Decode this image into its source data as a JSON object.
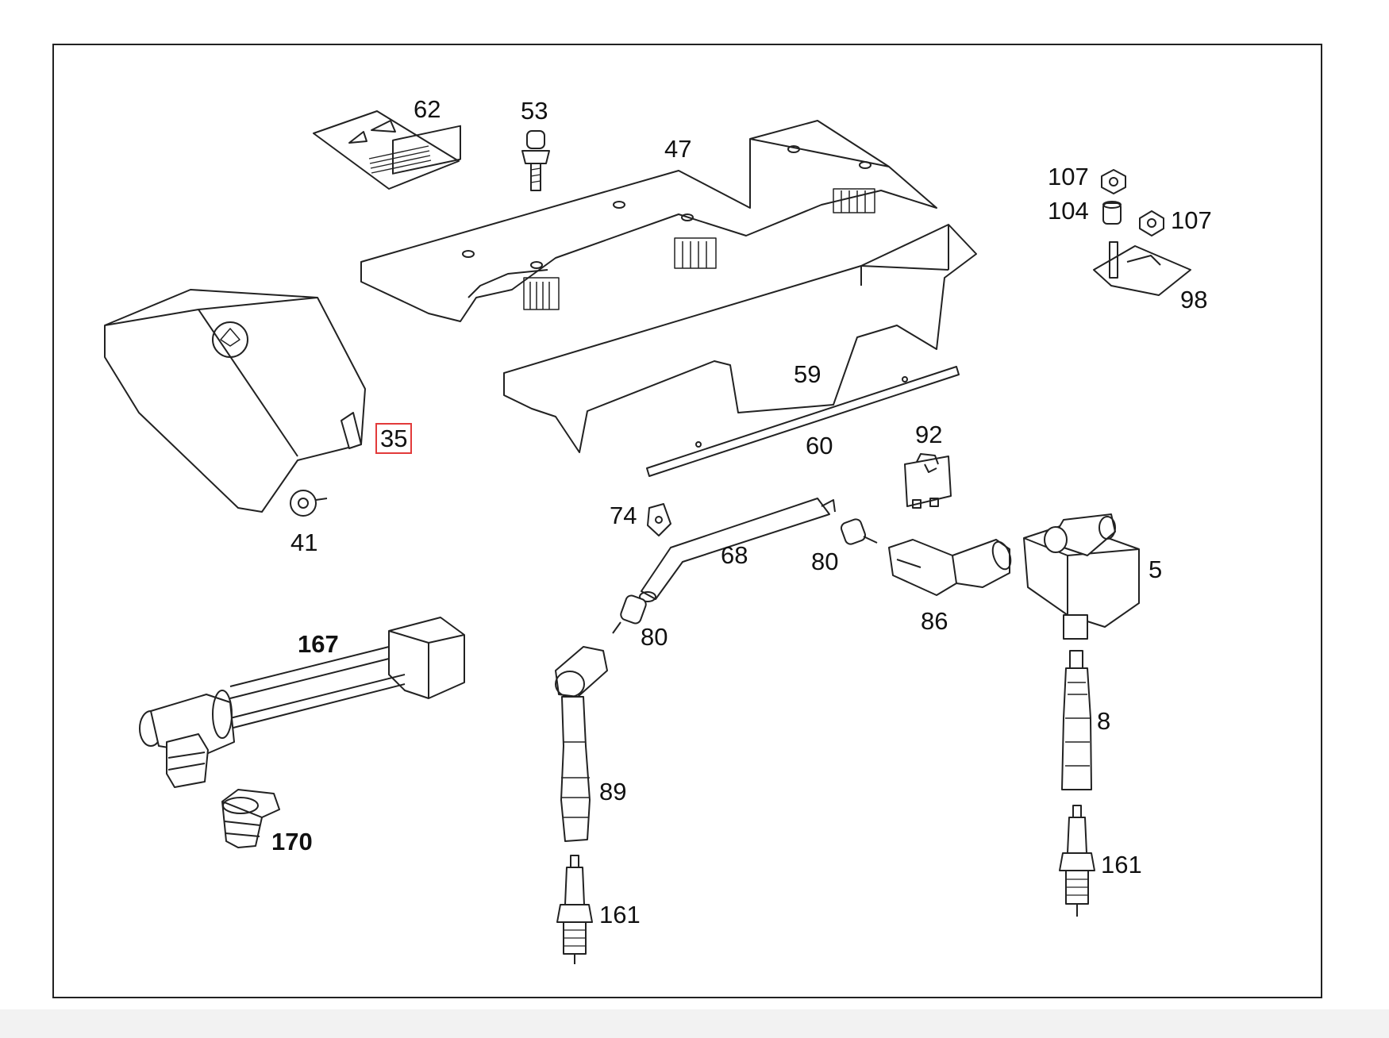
{
  "diagram": {
    "highlight_color": "#e23a3a",
    "labels": {
      "p62": "62",
      "p53": "53",
      "p47": "47",
      "p107a": "107",
      "p104": "104",
      "p107b": "107",
      "p98": "98",
      "p35": "35",
      "p41": "41",
      "p59": "59",
      "p60": "60",
      "p92": "92",
      "p74": "74",
      "p68": "68",
      "p80a": "80",
      "p80b": "80",
      "p86": "86",
      "p5": "5",
      "p167": "167",
      "p170": "170",
      "p8": "8",
      "p89": "89",
      "p161a": "161",
      "p161b": "161"
    },
    "selected_part": "35"
  }
}
